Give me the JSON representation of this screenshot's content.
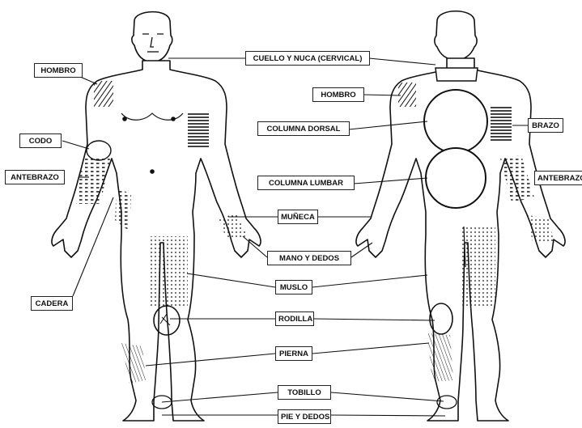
{
  "diagram": {
    "labels": {
      "hombro_front": "HOMBRO",
      "codo": "CODO",
      "antebrazo_front": "ANTEBRAZO",
      "cadera": "CADERA",
      "cuello": "CUELLO Y NUCA (CERVICAL)",
      "hombro_back": "HOMBRO",
      "columna_dorsal": "COLUMNA DORSAL",
      "columna_lumbar": "COLUMNA LUMBAR",
      "brazo": "BRAZO",
      "antebrazo_back": "ANTEBRAZO",
      "muneca": "MUÑECA",
      "mano": "MANO Y DEDOS",
      "muslo": "MUSLO",
      "rodilla": "RODILLA",
      "pierna": "PIERNA",
      "tobillo": "TOBILLO",
      "pie": "PIE Y DEDOS"
    }
  }
}
